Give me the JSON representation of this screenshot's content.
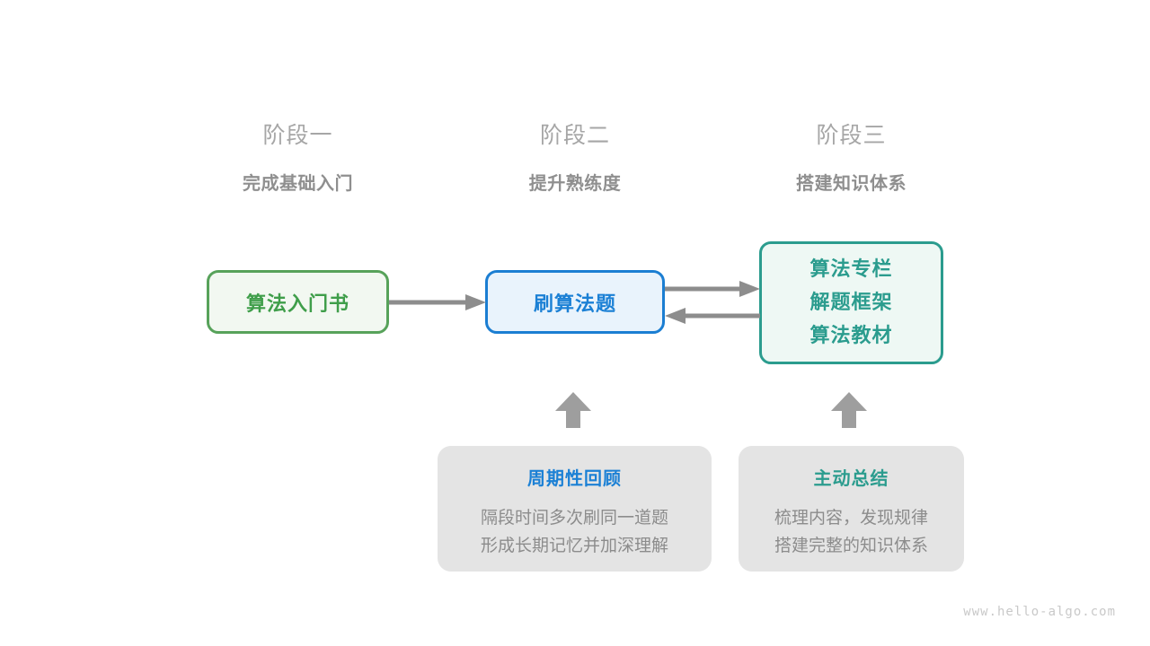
{
  "stages": [
    {
      "label": "阶段一",
      "subtitle": "完成基础入门"
    },
    {
      "label": "阶段二",
      "subtitle": "提升熟练度"
    },
    {
      "label": "阶段三",
      "subtitle": "搭建知识体系"
    }
  ],
  "nodes": {
    "intro_book": {
      "label": "算法入门书"
    },
    "practice": {
      "label": "刷算法题"
    },
    "resources": {
      "lines": [
        "算法专栏",
        "解题框架",
        "算法教材"
      ]
    }
  },
  "callouts": [
    {
      "title": "周期性回顾",
      "lines": [
        "隔段时间多次刷同一道题",
        "形成长期记忆并加深理解"
      ]
    },
    {
      "title": "主动总结",
      "lines": [
        "梳理内容，发现规律",
        "搭建完整的知识体系"
      ]
    }
  ],
  "watermark": "www.hello-algo.com",
  "colors": {
    "background": "#ffffff",
    "stage_label": "#a6a6a6",
    "stage_subtitle": "#8f8f8f",
    "green_border": "#57a25a",
    "green_bg": "#f2f8f1",
    "green_text": "#3f9e4a",
    "blue_border": "#1b7ed2",
    "blue_bg": "#e9f3fc",
    "blue_text": "#1b80d5",
    "teal_border": "#2b9c8e",
    "teal_bg": "#eef8f4",
    "teal_text": "#2b9c8e",
    "callout_bg": "#e4e4e4",
    "callout_body": "#8c8c8c",
    "arrow": "#8d8d8d",
    "block_arrow": "#9e9e9e",
    "watermark": "#c9c9c9"
  }
}
